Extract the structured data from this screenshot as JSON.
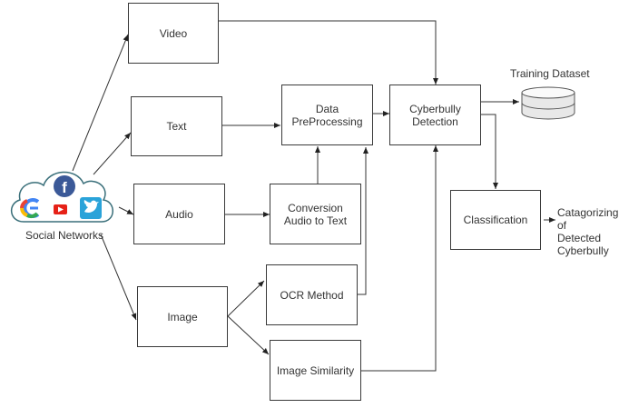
{
  "diagram": {
    "source": {
      "label": "Social Networks",
      "icons": [
        "google-icon",
        "facebook-icon",
        "youtube-icon",
        "twitter-icon"
      ]
    },
    "nodes": {
      "video": "Video",
      "text": "Text",
      "audio": "Audio",
      "image": "Image",
      "conversion_line1": "Conversion",
      "conversion_line2": "Audio to Text",
      "ocr": "OCR Method",
      "similarity": "Image Similarity",
      "preprocessing_line1": "Data",
      "preprocessing_line2": "PreProcessing",
      "detection_line1": "Cyberbully",
      "detection_line2": "Detection",
      "classification": "Classification",
      "dataset": "Training Dataset"
    },
    "output": {
      "line1": "Catagorizing",
      "line2": "of",
      "line3": "Detected",
      "line4": "Cyberbully"
    },
    "colors": {
      "facebook": "#3b5998",
      "youtube": "#e62117",
      "twitter": "#2aa3d9",
      "cloud_stroke": "#3a6f7a"
    }
  }
}
